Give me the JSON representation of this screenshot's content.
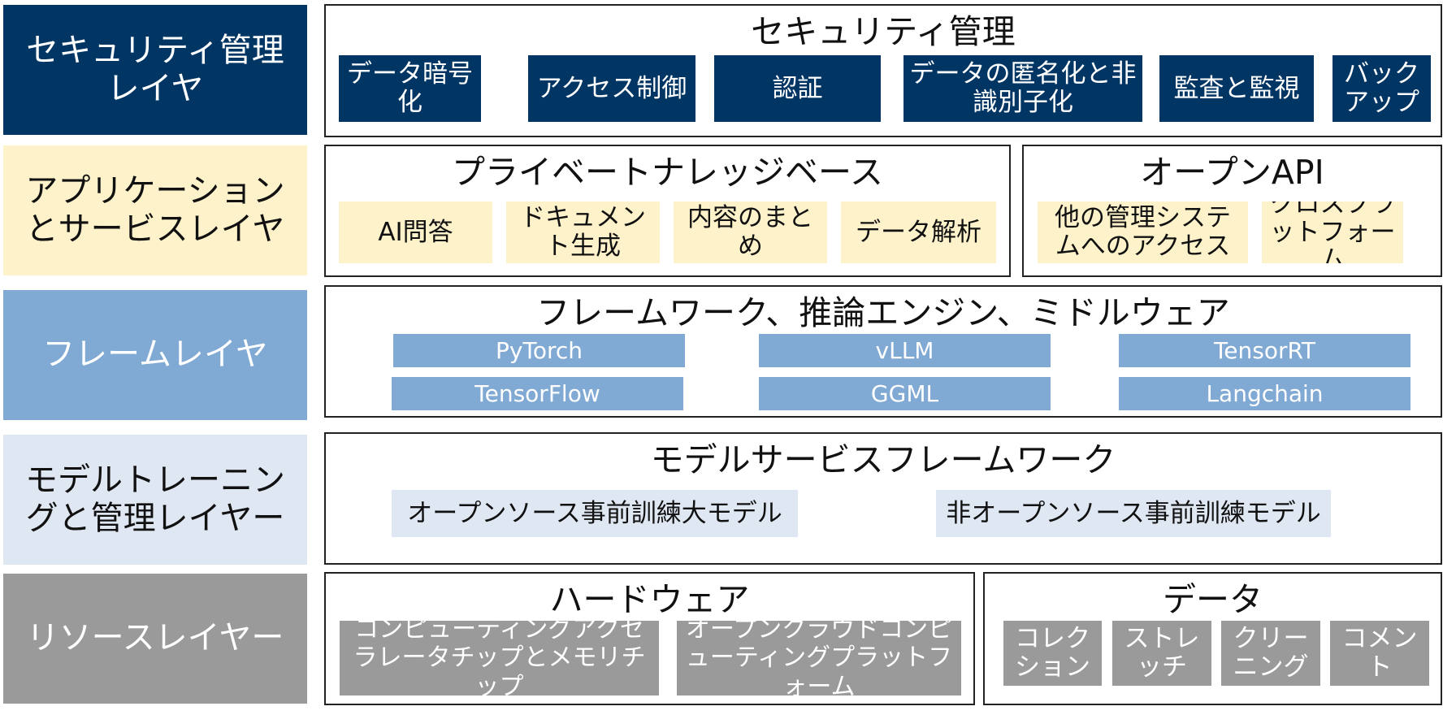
{
  "colors": {
    "security": "#013564",
    "application": "#fef2cb",
    "framework": "#80a9d3",
    "model": "#dfe7f3",
    "resource": "#9a9a9a"
  },
  "layers": {
    "security": "セキュリティ管理レイヤ",
    "application": "アプリケーションとサービスレイヤ",
    "framework": "フレームレイヤ",
    "model": "モデルトレーニングと管理レイヤー",
    "resource": "リソースレイヤー"
  },
  "security_panel": {
    "title": "セキュリティ管理",
    "items": [
      "データ暗号化",
      "アクセス制御",
      "認証",
      "データの匿名化と非識別子化",
      "監査と監視",
      "バックアップ"
    ]
  },
  "knowledge_panel": {
    "title": "プライベートナレッジベース",
    "items": [
      "AI問答",
      "ドキュメント生成",
      "内容のまとめ",
      "データ解析"
    ]
  },
  "openapi_panel": {
    "title": "オープンAPI",
    "items": [
      "他の管理システムへのアクセス",
      "クロスプラットフォーム"
    ]
  },
  "framework_panel": {
    "title": "フレームワーク、推論エンジン、ミドルウェア",
    "items": [
      "PyTorch",
      "vLLM",
      "TensorRT",
      "TensorFlow",
      "GGML",
      "Langchain"
    ]
  },
  "model_panel": {
    "title": "モデルサービスフレームワーク",
    "items": [
      "オープンソース事前訓練大モデル",
      "非オープンソース事前訓練モデル"
    ]
  },
  "hardware_panel": {
    "title": "ハードウェア",
    "items": [
      "コンピューティングアクセラレータチップとメモリチップ",
      "オープンクラウドコンピューティングプラットフォーム"
    ]
  },
  "data_panel": {
    "title": "データ",
    "items": [
      "コレクション",
      "ストレッチ",
      "クリーニング",
      "コメント"
    ]
  }
}
